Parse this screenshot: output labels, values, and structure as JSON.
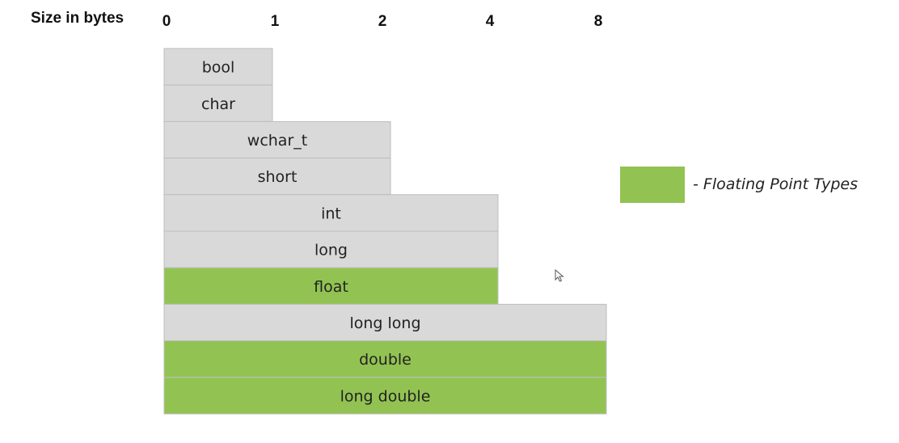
{
  "chart_data": {
    "type": "bar",
    "orientation": "horizontal",
    "axis_title": "Size in bytes",
    "x_ticks": [
      "0",
      "1",
      "2",
      "4",
      "8"
    ],
    "bars": [
      {
        "label": "bool",
        "size": "1",
        "category": "other"
      },
      {
        "label": "char",
        "size": "1",
        "category": "other"
      },
      {
        "label": "wchar_t",
        "size": "2",
        "category": "other"
      },
      {
        "label": "short",
        "size": "2",
        "category": "other"
      },
      {
        "label": "int",
        "size": "4",
        "category": "other"
      },
      {
        "label": "long",
        "size": "4",
        "category": "other"
      },
      {
        "label": "float",
        "size": "4",
        "category": "floating"
      },
      {
        "label": "long long",
        "size": "8",
        "category": "other"
      },
      {
        "label": "double",
        "size": "8",
        "category": "floating"
      },
      {
        "label": "long double",
        "size": "8",
        "category": "floating"
      }
    ],
    "legend": [
      {
        "label": "- Floating Point Types",
        "color": "#92c352"
      }
    ],
    "colors": {
      "floating": "#92c352",
      "other": "#d9d9d9",
      "border": "#bdbdbd"
    },
    "legend_position": "right"
  },
  "cursor": {
    "icon": "mouse-pointer-icon"
  }
}
